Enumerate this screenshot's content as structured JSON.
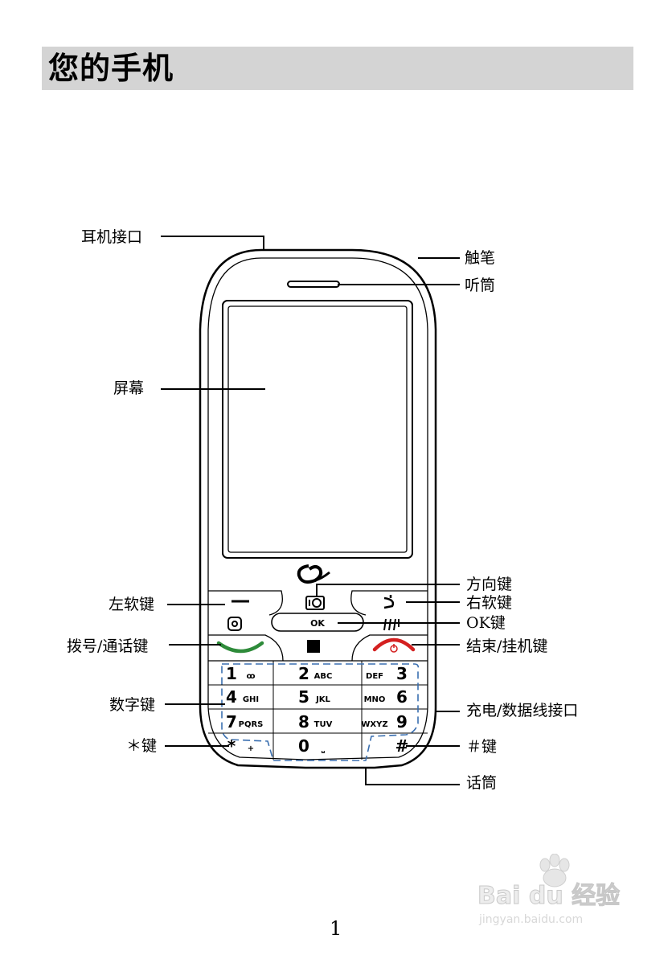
{
  "page": {
    "title": "您的手机",
    "page_number": "1"
  },
  "labels": {
    "headset_jack": "耳机接口",
    "stylus": "触笔",
    "earpiece": "听筒",
    "screen": "屏幕",
    "direction_key": "方向键",
    "left_softkey": "左软键",
    "right_softkey": "右软键",
    "ok_key": "OK键",
    "dial_key": "拨号/通话键",
    "end_key": "结束/挂机键",
    "number_keys": "数字键",
    "charge_port": "充电/数据线接口",
    "star_key": "＊键",
    "hash_key": "＃键",
    "microphone": "话筒"
  },
  "keypad": {
    "ok": "OK",
    "rows": [
      [
        {
          "digit": "1",
          "letters": "ꝏ"
        },
        {
          "digit": "2",
          "letters": "ABC"
        },
        {
          "digit": "3",
          "letters": "DEF"
        }
      ],
      [
        {
          "digit": "4",
          "letters": "GHI"
        },
        {
          "digit": "5",
          "letters": "JKL"
        },
        {
          "digit": "6",
          "letters": "MNO"
        }
      ],
      [
        {
          "digit": "7",
          "letters": "PQRS"
        },
        {
          "digit": "8",
          "letters": "TUV"
        },
        {
          "digit": "9",
          "letters": "WXYZ"
        }
      ],
      [
        {
          "digit": "*",
          "letters": "+"
        },
        {
          "digit": "0",
          "letters": "⎵"
        },
        {
          "digit": "#",
          "letters": ""
        }
      ]
    ]
  },
  "watermark": {
    "brand": "Bai du 经验",
    "url": "jingyan.baidu.com"
  },
  "colors": {
    "title_bar": "#d4d4d4",
    "call_key": "#2e8b3a",
    "end_key": "#d42020",
    "keypad_outline": "#3a6fb0"
  }
}
